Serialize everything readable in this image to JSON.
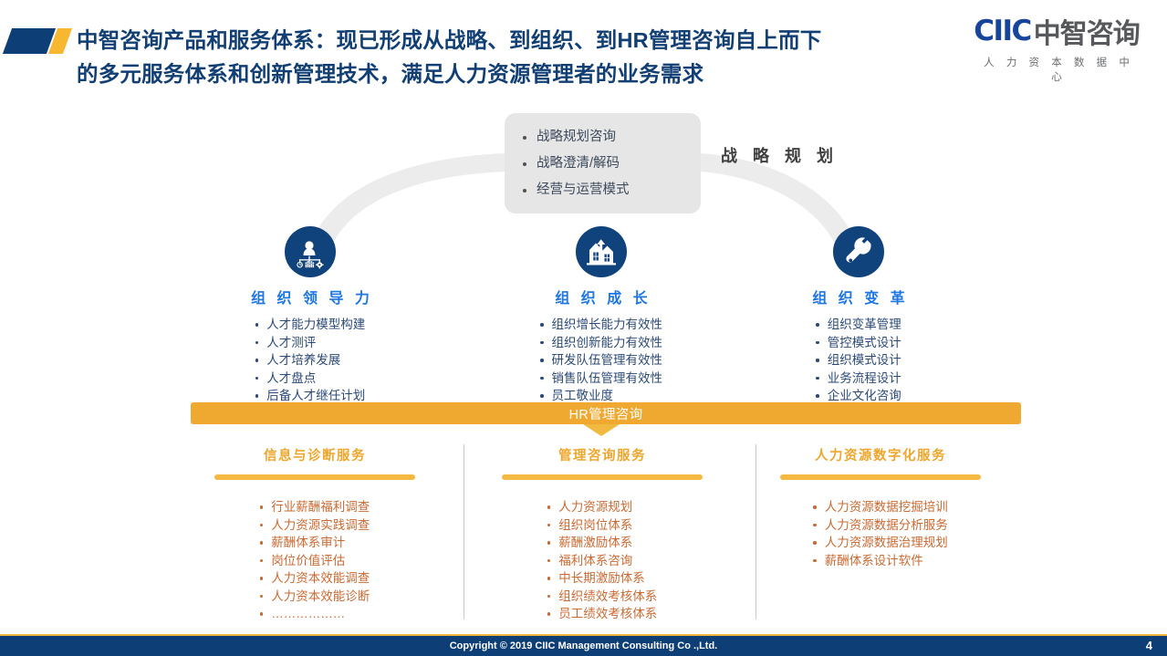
{
  "header": {
    "title_line1": "中智咨询产品和服务体系：现已形成从战略、到组织、到HR管理咨询自上而下",
    "title_line2": "的多元服务体系和创新管理技术，满足人力资源管理者的业务需求",
    "logo_mark": "CIIC",
    "logo_name": "中智咨询",
    "logo_subtitle": "人 力 资 本 数 据 中 心",
    "accent_blue": "#0d3e76",
    "accent_gold": "#f7b731",
    "title_color": "#123f73"
  },
  "strategy": {
    "label": "战 略 规 划",
    "items": [
      "战略规划咨询",
      "战略澄清/解码",
      "经营与运营模式"
    ]
  },
  "pillars": [
    {
      "icon": "org-chart-person-icon",
      "title": "组 织 领 导 力",
      "items": [
        "人才能力模型构建",
        "人才测评",
        "人才培养发展",
        "人才盘点",
        "后备人才继任计划"
      ]
    },
    {
      "icon": "building-growth-icon",
      "title": "组 织 成 长",
      "items": [
        "组织增长能力有效性",
        "组织创新能力有效性",
        "研发队伍管理有效性",
        "销售队伍管理有效性",
        "员工敬业度"
      ]
    },
    {
      "icon": "wrench-icon",
      "title": "组 织 变 革",
      "items": [
        "组织变革管理",
        "管控模式设计",
        "组织模式设计",
        "业务流程设计",
        "企业文化咨询"
      ]
    }
  ],
  "hr_banner": {
    "label": "HR管理咨询",
    "color": "#efa830"
  },
  "services": [
    {
      "title": "信息与诊断服务",
      "items": [
        "行业薪酬福利调查",
        "人力资源实践调查",
        "薪酬体系审计",
        "岗位价值评估",
        "人力资本效能调查",
        "人力资本效能诊断",
        "………………"
      ]
    },
    {
      "title": "管理咨询服务",
      "items": [
        "人力资源规划",
        "组织岗位体系",
        "薪酬激励体系",
        "福利体系咨询",
        "中长期激励体系",
        "组织绩效考核体系",
        "员工绩效考核体系"
      ]
    },
    {
      "title": "人力资源数字化服务",
      "items": [
        "人力资源数据挖掘培训",
        "人力资源数据分析服务",
        "人力资源数据治理规划",
        "薪酬体系设计软件"
      ]
    }
  ],
  "footer": {
    "copyright": "Copyright © 2019 CIIC Management Consulting Co .,Ltd.",
    "page_number": "4",
    "bg_color": "#0d3e76"
  }
}
